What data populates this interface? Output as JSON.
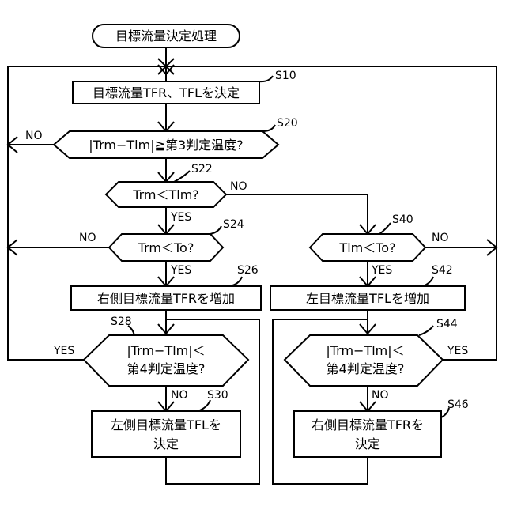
{
  "diagram": {
    "title": "目標流量決定処理",
    "nodes": {
      "s10": {
        "ref": "S10",
        "text": "目標流量TFR、TFLを決定"
      },
      "s20": {
        "ref": "S20",
        "text": "|Trm−Tlm|≧第3判定温度?"
      },
      "s22": {
        "ref": "S22",
        "text": "Trm＜Tlm?"
      },
      "s24": {
        "ref": "S24",
        "text": "Trm＜To?"
      },
      "s26": {
        "ref": "S26",
        "text": "右側目標流量TFRを増加"
      },
      "s28": {
        "ref": "S28",
        "line1": "|Trm−Tlm|＜",
        "line2": "第4判定温度?"
      },
      "s30": {
        "ref": "S30",
        "line1": "左側目標流量TFLを",
        "line2": "決定"
      },
      "s40": {
        "ref": "S40",
        "text": "Tlm＜To?"
      },
      "s42": {
        "ref": "S42",
        "text": "左目標流量TFLを増加"
      },
      "s44": {
        "ref": "S44",
        "line1": "|Trm−Tlm|＜",
        "line2": "第4判定温度?"
      },
      "s46": {
        "ref": "S46",
        "line1": "右側目標流量TFRを",
        "line2": "決定"
      }
    },
    "edge_labels": {
      "s20_no": "NO",
      "s22_no": "NO",
      "s22_yes": "YES",
      "s24_no": "NO",
      "s24_yes": "YES",
      "s28_yes": "YES",
      "s28_no": "NO",
      "s40_no": "NO",
      "s40_yes": "YES",
      "s44_yes": "YES",
      "s44_no": "NO"
    }
  }
}
